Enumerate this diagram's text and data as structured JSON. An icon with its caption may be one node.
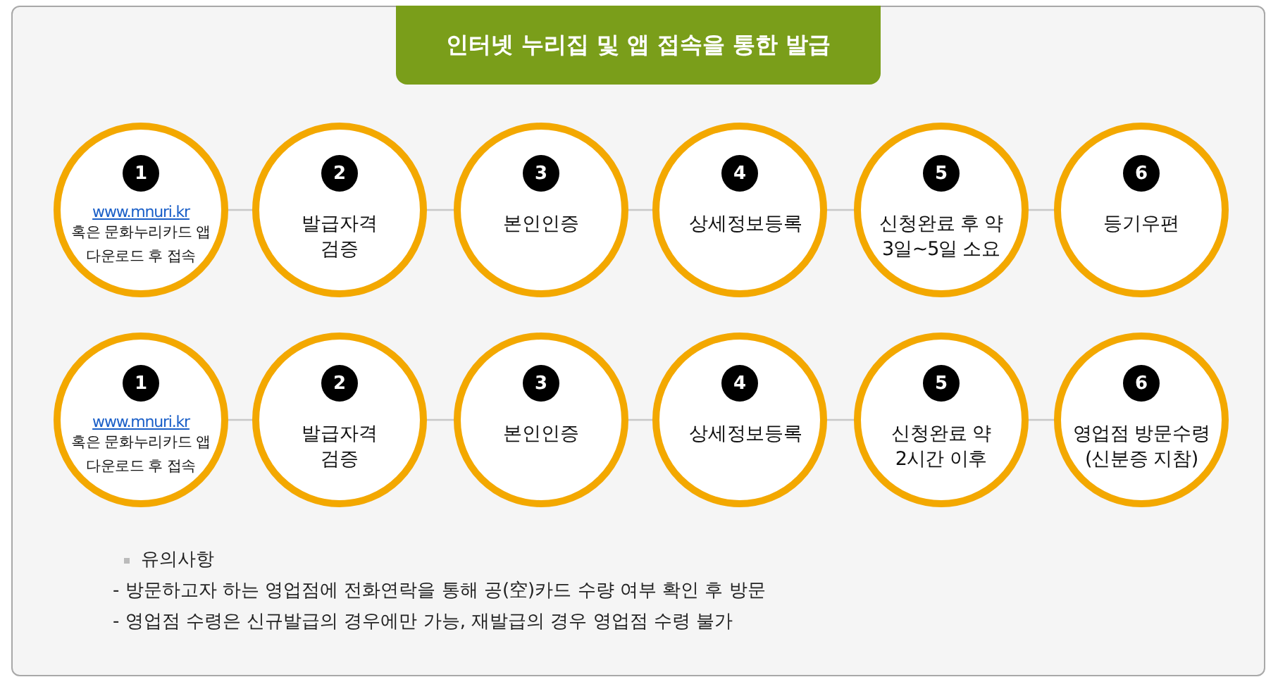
{
  "diagram": {
    "title": "인터넷 누리집 및 앱 접속을 통한 발급",
    "nodes": [
      {
        "text": [
          "1",
          "www.mnuri.kr",
          "혹은 문화누리카드 앱 다운로드 후 접속"
        ]
      },
      {
        "text": [
          "2",
          "발급자격 검증"
        ]
      },
      {
        "text": [
          "3",
          "본인인증"
        ]
      },
      {
        "text": [
          "4",
          "상세정보등록"
        ]
      },
      {
        "text": [
          "5",
          "신청완료 후 약 3일~5일 소요"
        ]
      },
      {
        "text": [
          "6",
          "등기우편"
        ]
      },
      {
        "text": [
          "1",
          "www.mnuri.kr",
          "혹은 문화누리카드 앱 다운로드 후 접속"
        ]
      },
      {
        "text": [
          "2",
          "발급자격 검증"
        ]
      },
      {
        "text": [
          "3",
          "본인인증"
        ]
      },
      {
        "text": [
          "4",
          "상세정보등록"
        ]
      },
      {
        "text": [
          "5",
          "신청완료 약 2시간 이후"
        ]
      },
      {
        "text": [
          "6",
          "영업점 방문수령(신분증 지참)"
        ]
      }
    ],
    "edges": [
      {
        "from": 0,
        "to": 1,
        "arrow": "none"
      },
      {
        "from": 1,
        "to": 2,
        "arrow": "none"
      },
      {
        "from": 2,
        "to": 3,
        "arrow": "none"
      },
      {
        "from": 3,
        "to": 4,
        "arrow": "none"
      },
      {
        "from": 4,
        "to": 5,
        "arrow": "none"
      },
      {
        "from": 6,
        "to": 7,
        "arrow": "none"
      },
      {
        "from": 7,
        "to": 8,
        "arrow": "none"
      },
      {
        "from": 8,
        "to": 9,
        "arrow": "none"
      },
      {
        "from": 9,
        "to": 10,
        "arrow": "none"
      },
      {
        "from": 10,
        "to": 11,
        "arrow": "none"
      }
    ],
    "labels": [
      "유의사항",
      "- 방문하고자 하는 영업점에 전화연락을 통해 공(空)카드 수량 여부 확인 후 방문",
      "- 영업점 수령은 신규발급의 경우에만 가능, 재발급의 경우 영업점 수령 불가"
    ]
  }
}
